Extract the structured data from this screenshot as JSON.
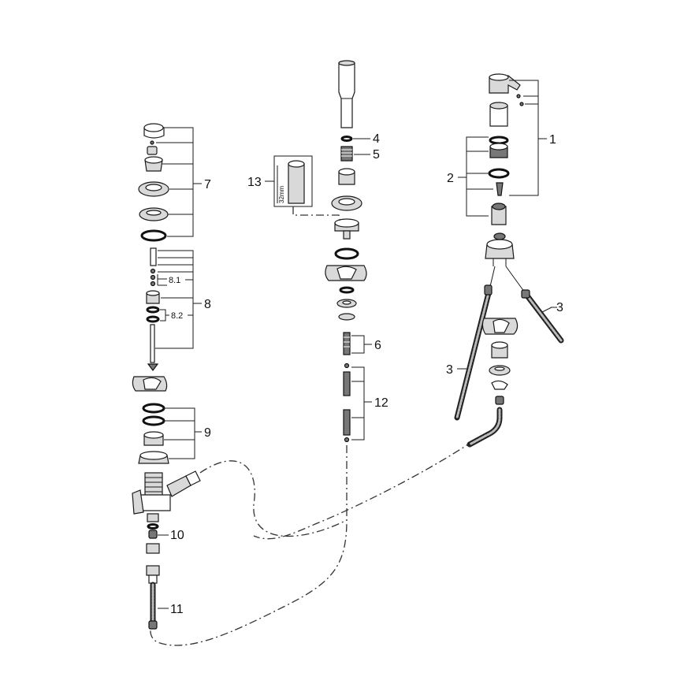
{
  "diagram": {
    "labels": {
      "l1": "1",
      "l2": "2",
      "l3a": "3",
      "l3b": "3",
      "l4": "4",
      "l5": "5",
      "l6": "6",
      "l7": "7",
      "l8": "8",
      "l8_1": "8.1",
      "l8_2": "8.2",
      "l9": "9",
      "l10": "10",
      "l11": "11",
      "l12": "12",
      "l13": "13",
      "dim": "32mm"
    }
  }
}
